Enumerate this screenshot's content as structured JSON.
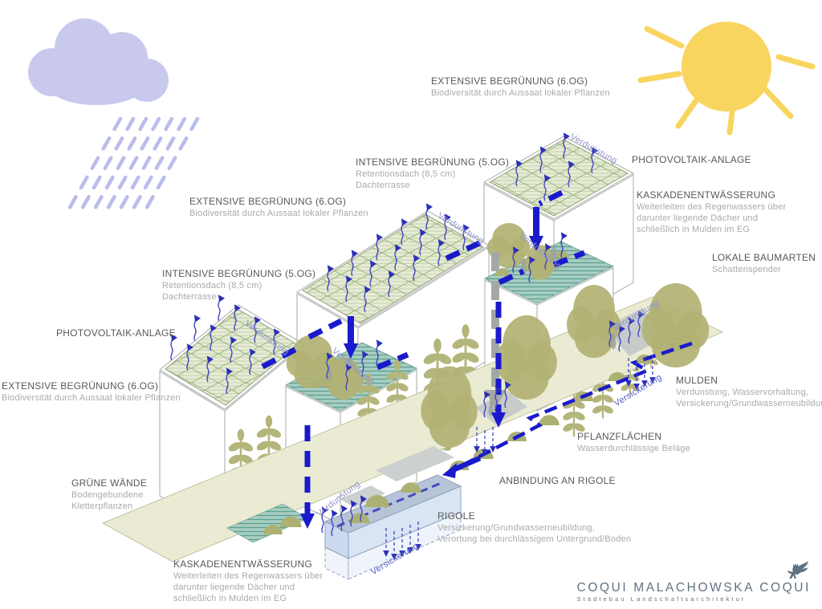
{
  "labels": [
    {
      "title": "EXTENSIVE BEGRÜNUNG (6.OG)",
      "lines": [
        "Biodiversität durch Aussaat lokaler Pflanzen"
      ]
    },
    {
      "title": "INTENSIVE BEGRÜNUNG (5.OG)",
      "lines": [
        "Retentionsdach (8,5 cm)",
        "Dachterrasse"
      ]
    },
    {
      "title": "PHOTOVOLTAIK-ANLAGE",
      "lines": []
    },
    {
      "title": "KASKADENENTWÄSSERUNG",
      "lines": [
        "Weiterleiten des Regenwassers über",
        "darunter liegende Dächer und",
        "schließlich in Mulden im EG"
      ]
    },
    {
      "title": "LOKALE BAUMARTEN",
      "lines": [
        "Schattenspender"
      ]
    },
    {
      "title": "EXTENSIVE BEGRÜNUNG (6.OG)",
      "lines": [
        "Biodiversität durch Aussaat lokaler Pflanzen"
      ]
    },
    {
      "title": "INTENSIVE BEGRÜNUNG (5.OG)",
      "lines": [
        "Retentionsdach (8,5 cm)",
        "Dachterrasse"
      ]
    },
    {
      "title": "PHOTOVOLTAIK-ANLAGE",
      "lines": []
    },
    {
      "title": "EXTENSIVE BEGRÜNUNG (6.OG)",
      "lines": [
        "Biodiversität durch Aussaat lokaler Pflanzen"
      ]
    },
    {
      "title": "GRÜNE WÄNDE",
      "lines": [
        "Bodengebundene",
        "Kletterpflanzen"
      ]
    },
    {
      "title": "KASKADENENTWÄSSERUNG",
      "lines": [
        "Weiterleiten des Regenwassers über",
        "darunter liegende Dächer und",
        "schließlich in Mulden im EG"
      ]
    },
    {
      "title": "MULDEN",
      "lines": [
        "Verdunstung, Wasservorhaltung,",
        "Versickerung/Grundwasserneubildung"
      ]
    },
    {
      "title": "PFLANZFLÄCHEN",
      "lines": [
        "Wasserdurchlässige Beläge"
      ]
    },
    {
      "title": "ANBINDUNG AN RIGOLE",
      "lines": []
    },
    {
      "title": "RIGOLE",
      "lines": [
        "Versickerung/Grundwasserneubildung,",
        "Verortung bei durchlässigem Untergrund/Boden"
      ]
    }
  ],
  "flow_labels": [
    {
      "text": "Verdunstung"
    },
    {
      "text": "Verdunstung"
    },
    {
      "text": "Verdunstung"
    },
    {
      "text": "Verdunstung"
    },
    {
      "text": "Verdunstung"
    },
    {
      "text": "Verdunstung"
    },
    {
      "text": "Verdunstung"
    },
    {
      "text": "Versickerung"
    },
    {
      "text": "Versickerung"
    }
  ],
  "logo": {
    "name": "COQUI MALACHOWSKA COQUI",
    "tagline": "Städtebau  Landschaftsarchitektur"
  },
  "colors": {
    "water_blue": "#1a1acc",
    "evaporation_blue": "#4146c2",
    "infiltration_blue": "#575cc8",
    "vegetation_olive": "#b1b274",
    "green_roof": "#e5ebd4",
    "terrace_teal": "#a9cec3",
    "sun_yellow": "#f8d55f",
    "rain_lavender": "#c8c9ed",
    "swale_gray": "#c7cccb",
    "rigole_blue": "#cddcf0",
    "label_dark": "#58585a",
    "label_light": "#a8aaad",
    "logo_slate": "#5f7282"
  }
}
